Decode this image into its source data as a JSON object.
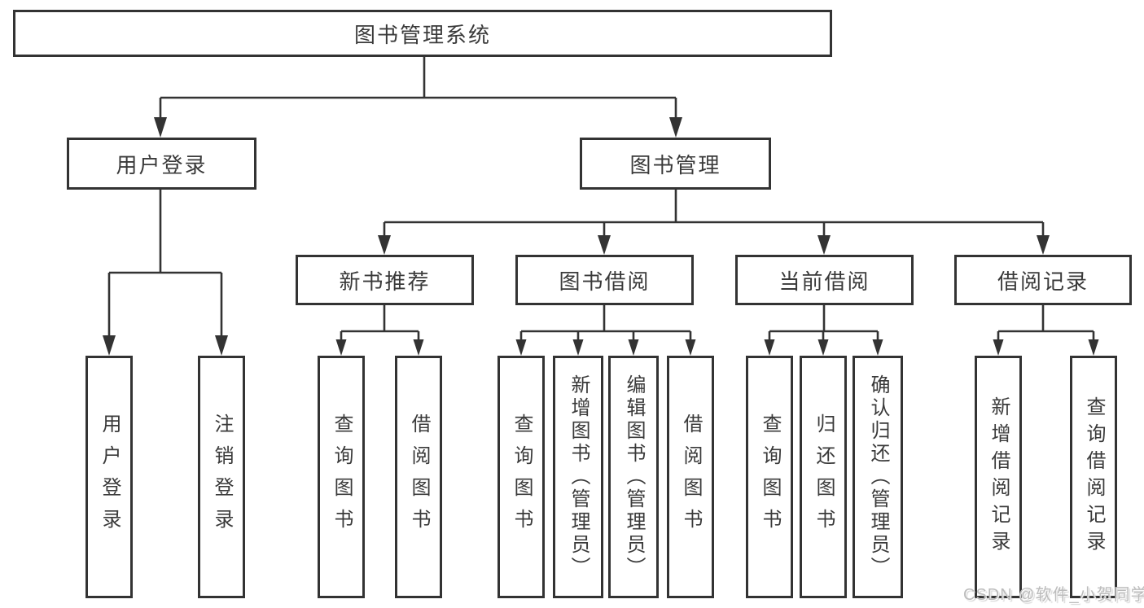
{
  "diagram": {
    "title": "图书管理系统",
    "tree": {
      "root": {
        "label": "图书管理系统",
        "children": [
          {
            "label": "用户登录",
            "children": [
              {
                "label": "用户登录"
              },
              {
                "label": "注销登录"
              }
            ]
          },
          {
            "label": "图书管理",
            "children": [
              {
                "label": "新书推荐",
                "children": [
                  {
                    "label": "查询图书"
                  },
                  {
                    "label": "借阅图书"
                  }
                ]
              },
              {
                "label": "图书借阅",
                "children": [
                  {
                    "label": "查询图书"
                  },
                  {
                    "label": "新增图书（管理员）"
                  },
                  {
                    "label": "编辑图书（管理员）"
                  },
                  {
                    "label": "借阅图书"
                  }
                ]
              },
              {
                "label": "当前借阅",
                "children": [
                  {
                    "label": "查询图书"
                  },
                  {
                    "label": "归还图书"
                  },
                  {
                    "label": "确认归还（管理员）"
                  }
                ]
              },
              {
                "label": "借阅记录",
                "children": [
                  {
                    "label": "新增借阅记录"
                  },
                  {
                    "label": "查询借阅记录"
                  }
                ]
              }
            ]
          }
        ]
      }
    },
    "colors": {
      "line": "#333333",
      "box_border": "#333333",
      "box_fill": "#ffffff",
      "text": "#3a3a3a",
      "background": "#ffffff",
      "watermark": "#bcbcbc"
    }
  },
  "watermark": {
    "text": "CSDN @软件_小贺同学"
  }
}
